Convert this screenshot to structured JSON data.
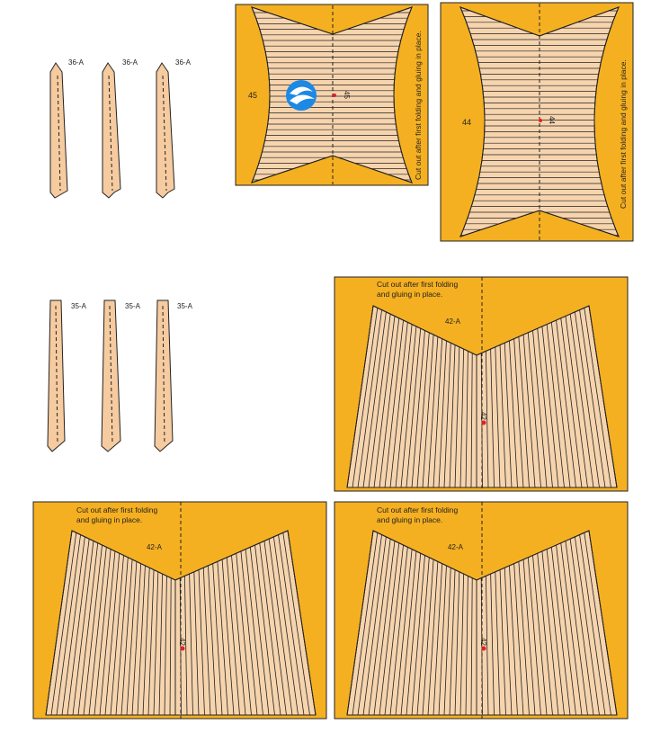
{
  "colors": {
    "panel": "#F5B021",
    "piece": "#F6D4AE",
    "stripe": "#FFFFFF",
    "strip": "#F6CBA0",
    "line": "#222222",
    "marker": "#E0202A",
    "watermark": "#1E88E5"
  },
  "icons": [
    "watermark-logo-icon",
    "glue-mark-icon"
  ],
  "strips_top": {
    "label": "36-A"
  },
  "strips_mid": {
    "label": "35-A"
  },
  "panel_45": {
    "number": "45",
    "note": "Cut out after first folding and gluing in place.",
    "mark": "45"
  },
  "panel_44": {
    "number": "44",
    "note": "Cut out after first folding and gluing in place.",
    "mark": "44"
  },
  "panels_42a": [
    {
      "note_line1": "Cut out after first folding",
      "note_line2": "and gluing in place.",
      "label": "42-A",
      "mark": "42"
    },
    {
      "note_line1": "Cut out after first folding",
      "note_line2": "and gluing in place.",
      "label": "42-A",
      "mark": "42"
    },
    {
      "note_line1": "Cut out after first folding",
      "note_line2": "and gluing in place.",
      "label": "42-A",
      "mark": "42"
    }
  ]
}
